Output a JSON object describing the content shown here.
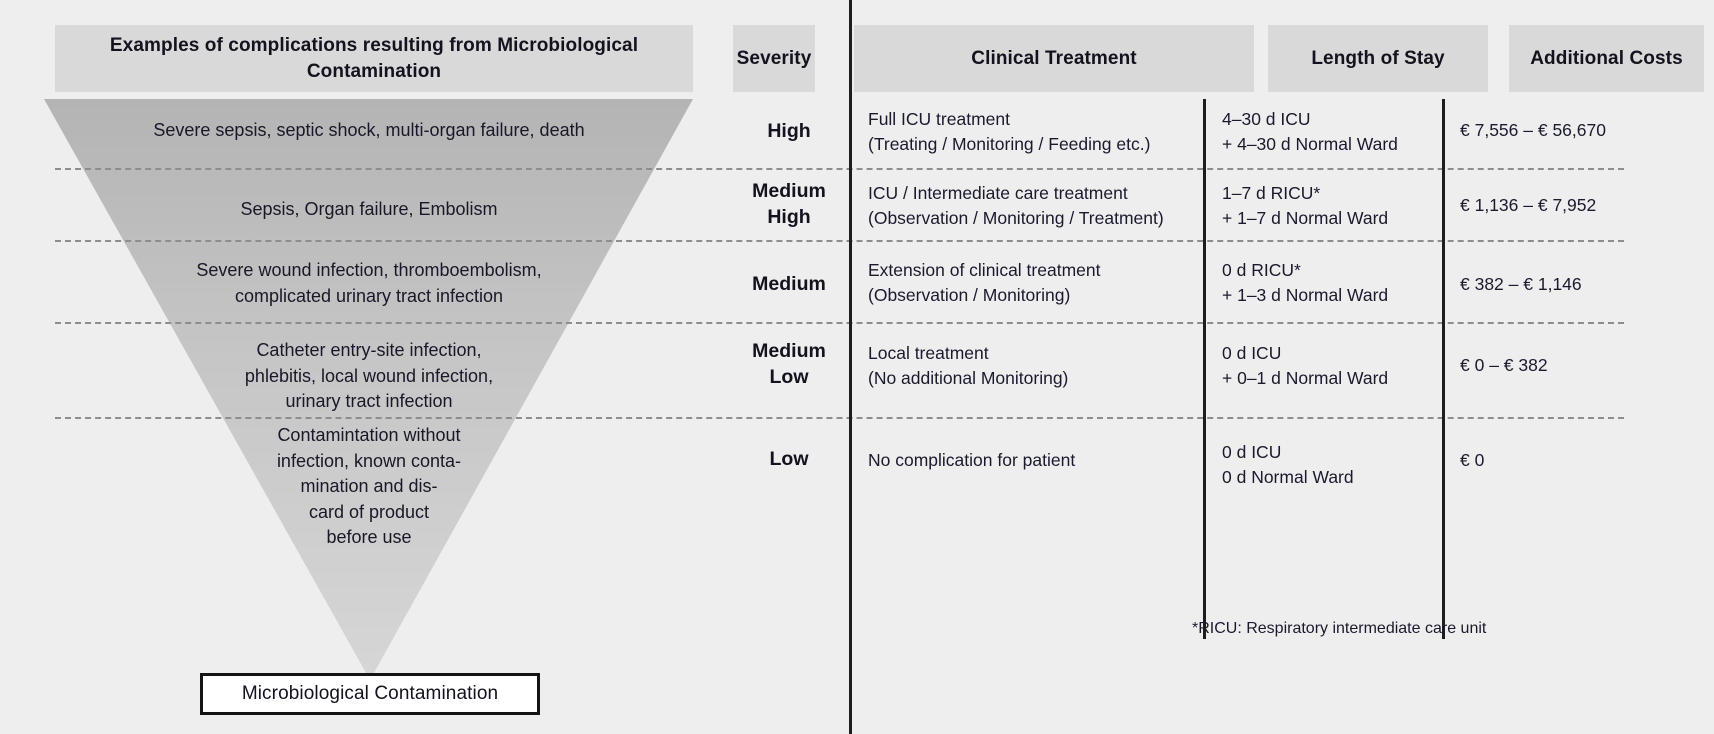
{
  "headers": {
    "complications": "Examples of complications resulting from\nMicrobiological Contamination",
    "severity": "Severity",
    "treatment": "Clinical Treatment",
    "length_of_stay": "Length of Stay",
    "additional_costs": "Additional Costs"
  },
  "rows": [
    {
      "complication": "Severe sepsis, septic shock, multi-organ failure, death",
      "severity": "High",
      "treatment": "Full ICU treatment\n(Treating / Monitoring / Feeding etc.)",
      "length_of_stay": "4–30 d ICU\n+ 4–30 d Normal Ward",
      "additional_costs": "€ 7,556 – € 56,670"
    },
    {
      "complication": "Sepsis, Organ failure, Embolism",
      "severity": "Medium\nHigh",
      "treatment": "ICU / Intermediate care treatment\n(Observation / Monitoring / Treatment)",
      "length_of_stay": "1–7 d RICU*\n+ 1–7 d Normal Ward",
      "additional_costs": "€ 1,136 – € 7,952"
    },
    {
      "complication": "Severe wound infection, thromboembolism,\ncomplicated urinary tract infection",
      "severity": "Medium",
      "treatment": "Extension of clinical treatment\n(Observation / Monitoring)",
      "length_of_stay": "0 d RICU*\n+ 1–3 d Normal Ward",
      "additional_costs": "€ 382 – € 1,146"
    },
    {
      "complication": "Catheter entry-site infection,\nphlebitis, local wound infection,\nurinary tract infection",
      "severity": "Medium\nLow",
      "treatment": "Local treatment\n(No additional Monitoring)",
      "length_of_stay": "0 d ICU\n+ 0–1 d Normal Ward",
      "additional_costs": "€ 0 – € 382"
    },
    {
      "complication": "Contamintation without\ninfection, known conta-\nmination and dis-\ncard of product\nbefore use",
      "severity": "Low",
      "treatment": "No complication for patient",
      "length_of_stay": "0 d ICU\n0 d Normal Ward",
      "additional_costs": "€ 0"
    }
  ],
  "bottom_label": "Microbiological Contamination",
  "footnote": "*RICU: Respiratory intermediate care unit",
  "colors": {
    "background": "#eeeeee",
    "header_fill": "#d9d9d9",
    "funnel_top": "#b6b6b6",
    "funnel_bottom": "#d4d4d4",
    "rule": "#1d1d1d",
    "dashed_rule": "#8d8d8d",
    "text": "#1a1a2e"
  },
  "chart_data": {
    "type": "table",
    "title": "Severity pyramid of complications from microbiological contamination",
    "columns": [
      "Examples of complications resulting from Microbiological Contamination",
      "Severity",
      "Clinical Treatment",
      "Length of Stay",
      "Additional Costs"
    ],
    "rows": [
      [
        "Severe sepsis, septic shock, multi-organ failure, death",
        "High",
        "Full ICU treatment (Treating / Monitoring / Feeding etc.)",
        "4–30 d ICU + 4–30 d Normal Ward",
        "€ 7,556 – € 56,670"
      ],
      [
        "Sepsis, Organ failure, Embolism",
        "Medium High",
        "ICU / Intermediate care treatment (Observation / Monitoring / Treatment)",
        "1–7 d RICU* + 1–7 d Normal Ward",
        "€ 1,136 – € 7,952"
      ],
      [
        "Severe wound infection, thromboembolism, complicated urinary tract infection",
        "Medium",
        "Extension of clinical treatment (Observation / Monitoring)",
        "0 d RICU* + 1–3 d Normal Ward",
        "€ 382 – € 1,146"
      ],
      [
        "Catheter entry-site infection, phlebitis, local wound infection, urinary tract infection",
        "Medium Low",
        "Local treatment (No additional Monitoring)",
        "0 d ICU + 0–1 d Normal Ward",
        "€ 0 – € 382"
      ],
      [
        "Contamintation without infection, known contamination and discard of product before use",
        "Low",
        "No complication for patient",
        "0 d ICU 0 d Normal Ward",
        "€ 0"
      ]
    ],
    "severity_levels": [
      "High",
      "Medium High",
      "Medium",
      "Medium Low",
      "Low"
    ],
    "cost_ranges_eur": [
      [
        7556,
        56670
      ],
      [
        1136,
        7952
      ],
      [
        382,
        1146
      ],
      [
        0,
        382
      ],
      [
        0,
        0
      ]
    ],
    "legend": "*RICU: Respiratory intermediate care unit",
    "annotations": [
      "Microbiological Contamination"
    ]
  }
}
